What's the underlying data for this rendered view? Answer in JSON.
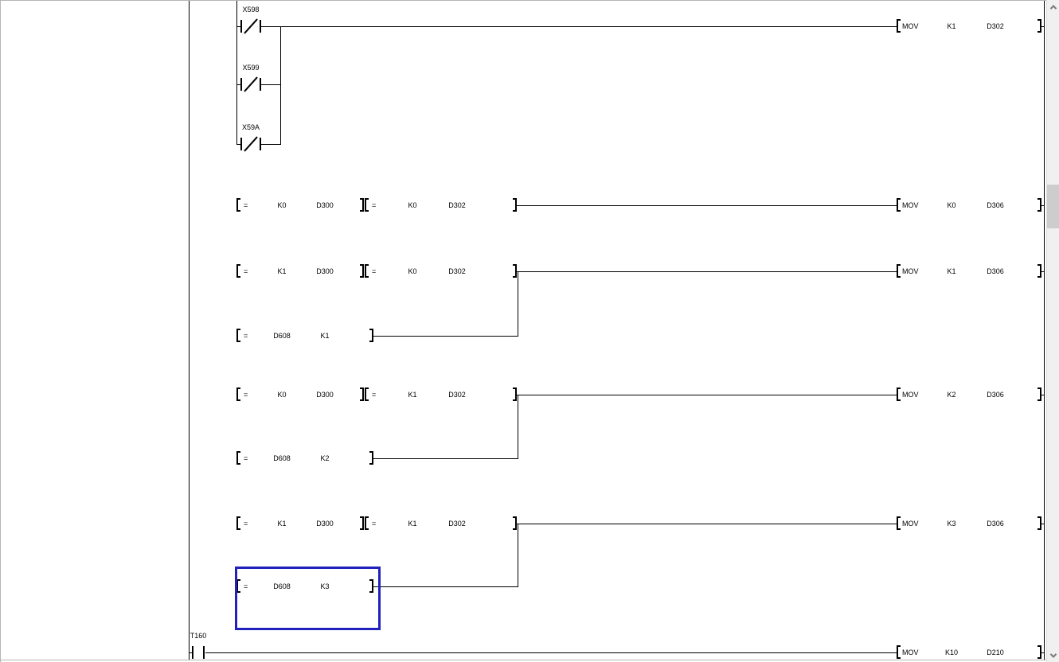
{
  "colors": {
    "selection": "#2121bb",
    "wire": "#000000"
  },
  "rungs": {
    "r1": {
      "contacts": [
        {
          "label": "X598"
        },
        {
          "label": "X599"
        },
        {
          "label": "X59A"
        }
      ],
      "out": {
        "op": "MOV",
        "a": "K1",
        "b": "D302"
      }
    },
    "r2": {
      "c1": {
        "op": "=",
        "a": "K0",
        "b": "D300"
      },
      "c2": {
        "op": "=",
        "a": "K0",
        "b": "D302"
      },
      "out": {
        "op": "MOV",
        "a": "K0",
        "b": "D306"
      }
    },
    "r3": {
      "c1": {
        "op": "=",
        "a": "K1",
        "b": "D300"
      },
      "c2": {
        "op": "=",
        "a": "K0",
        "b": "D302"
      },
      "br": {
        "op": "=",
        "a": "D608",
        "b": "K1"
      },
      "out": {
        "op": "MOV",
        "a": "K1",
        "b": "D306"
      }
    },
    "r4": {
      "c1": {
        "op": "=",
        "a": "K0",
        "b": "D300"
      },
      "c2": {
        "op": "=",
        "a": "K1",
        "b": "D302"
      },
      "br": {
        "op": "=",
        "a": "D608",
        "b": "K2"
      },
      "out": {
        "op": "MOV",
        "a": "K2",
        "b": "D306"
      }
    },
    "r5": {
      "c1": {
        "op": "=",
        "a": "K1",
        "b": "D300"
      },
      "c2": {
        "op": "=",
        "a": "K1",
        "b": "D302"
      },
      "br": {
        "op": "=",
        "a": "D608",
        "b": "K3"
      },
      "out": {
        "op": "MOV",
        "a": "K3",
        "b": "D306"
      }
    },
    "r6": {
      "contact": {
        "label": "T160"
      },
      "out": {
        "op": "MOV",
        "a": "K10",
        "b": "D210"
      }
    }
  }
}
